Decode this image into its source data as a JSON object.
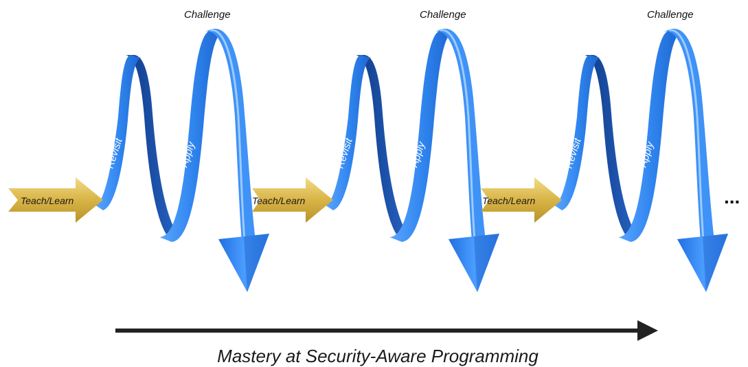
{
  "cycles": [
    {
      "teach_label": "Teach/Learn",
      "revisit_label": "Revisit",
      "apply_label": "Apply",
      "challenge_label": "Challenge"
    },
    {
      "teach_label": "Teach/Learn",
      "revisit_label": "Revisit",
      "apply_label": "Apply",
      "challenge_label": "Challenge"
    },
    {
      "teach_label": "Teach/Learn",
      "revisit_label": "Revisit",
      "apply_label": "Apply",
      "challenge_label": "Challenge"
    }
  ],
  "continuation": "...",
  "progress_label": "Mastery at Security-Aware Programming",
  "colors": {
    "gold_arrow": "#d9b446",
    "ribbon_front": "#3c8ef0",
    "ribbon_back": "#1b4fa8",
    "ribbon_edge": "#8cc4ff",
    "progress_arrow": "#222222"
  }
}
